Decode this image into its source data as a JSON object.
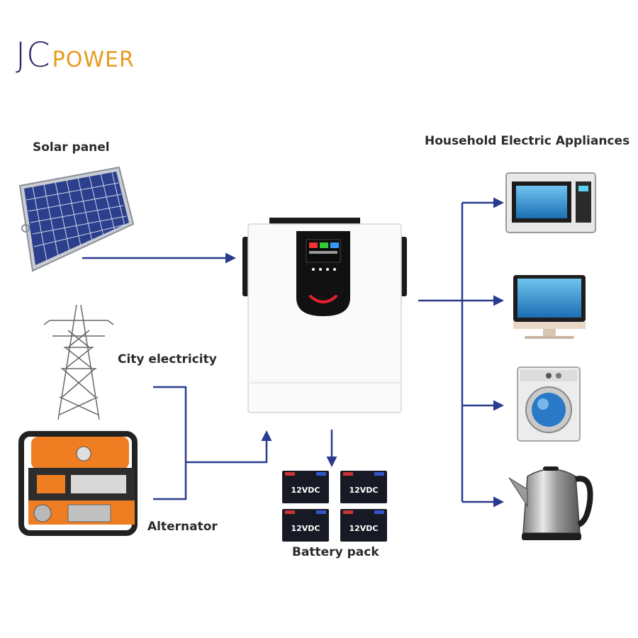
{
  "logo": {
    "jc": "JC",
    "power": "POWER"
  },
  "labels": {
    "solar_panel": "Solar panel",
    "city_electricity": "City electricity",
    "alternator": "Alternator",
    "battery_pack": "Battery pack",
    "household": "Household Electric Appliances"
  },
  "battery": {
    "voltage_label": "12VDC"
  },
  "colors": {
    "connector": "#2a3a8f",
    "logo_dark": "#2f2a6b",
    "logo_accent": "#e89a1f"
  },
  "icons": [
    "solar-panel-icon",
    "power-tower-icon",
    "generator-icon",
    "inverter-icon",
    "battery-icon",
    "microwave-icon",
    "monitor-icon",
    "washing-machine-icon",
    "kettle-icon"
  ]
}
